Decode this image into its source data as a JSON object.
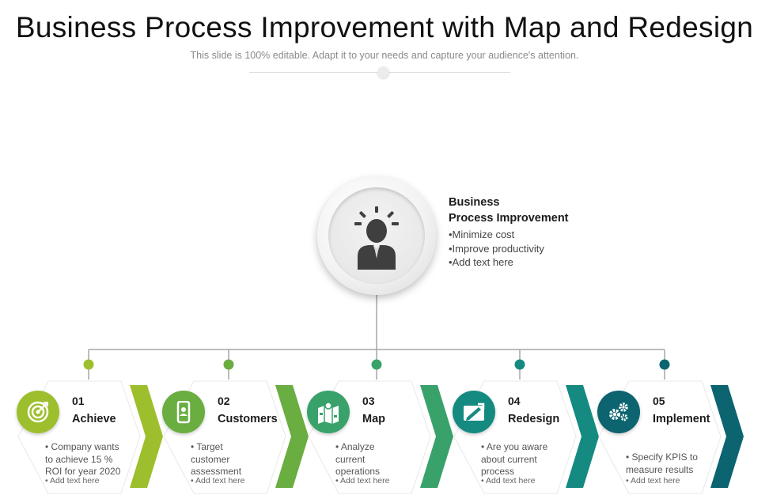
{
  "title": "Business Process Improvement with Map and Redesign",
  "subtitle": "This slide is 100% editable. Adapt it to your needs and capture your audience's attention.",
  "hub": {
    "heading_line1": "Business",
    "heading_line2": "Process Improvement",
    "bullets": [
      "•Minimize cost",
      "•Improve productivity",
      "•Add text here"
    ],
    "icon": "person-idea-icon"
  },
  "steps": [
    {
      "number": "01",
      "label": "Achieve",
      "color": "#9dbf2e",
      "icon": "target-icon",
      "desc": [
        "• Company wants",
        "to achieve 15 %",
        "ROI for year 2020"
      ],
      "note": "• Add text here"
    },
    {
      "number": "02",
      "label": "Customers",
      "color": "#6aad41",
      "icon": "mobile-user-icon",
      "desc": [
        "• Target",
        "customer",
        "assessment"
      ],
      "note": "• Add text here"
    },
    {
      "number": "03",
      "label": "Map",
      "color": "#38a26a",
      "icon": "map-icon",
      "desc": [
        "• Analyze",
        "current",
        "operations"
      ],
      "note": "• Add text here"
    },
    {
      "number": "04",
      "label": "Redesign",
      "color": "#158a80",
      "icon": "redesign-icon",
      "desc": [
        "• Are you aware",
        "about current",
        "process"
      ],
      "note": "• Add text here"
    },
    {
      "number": "05",
      "label": "Implement",
      "color": "#0b6470",
      "icon": "gears-icon",
      "desc": [
        "• Specify KPIS to",
        "measure results"
      ],
      "note": "• Add text here"
    }
  ],
  "colors": {
    "connector": "#a6a6a6",
    "hex_fill": "#ffffff",
    "text": "#1c1c1c"
  }
}
